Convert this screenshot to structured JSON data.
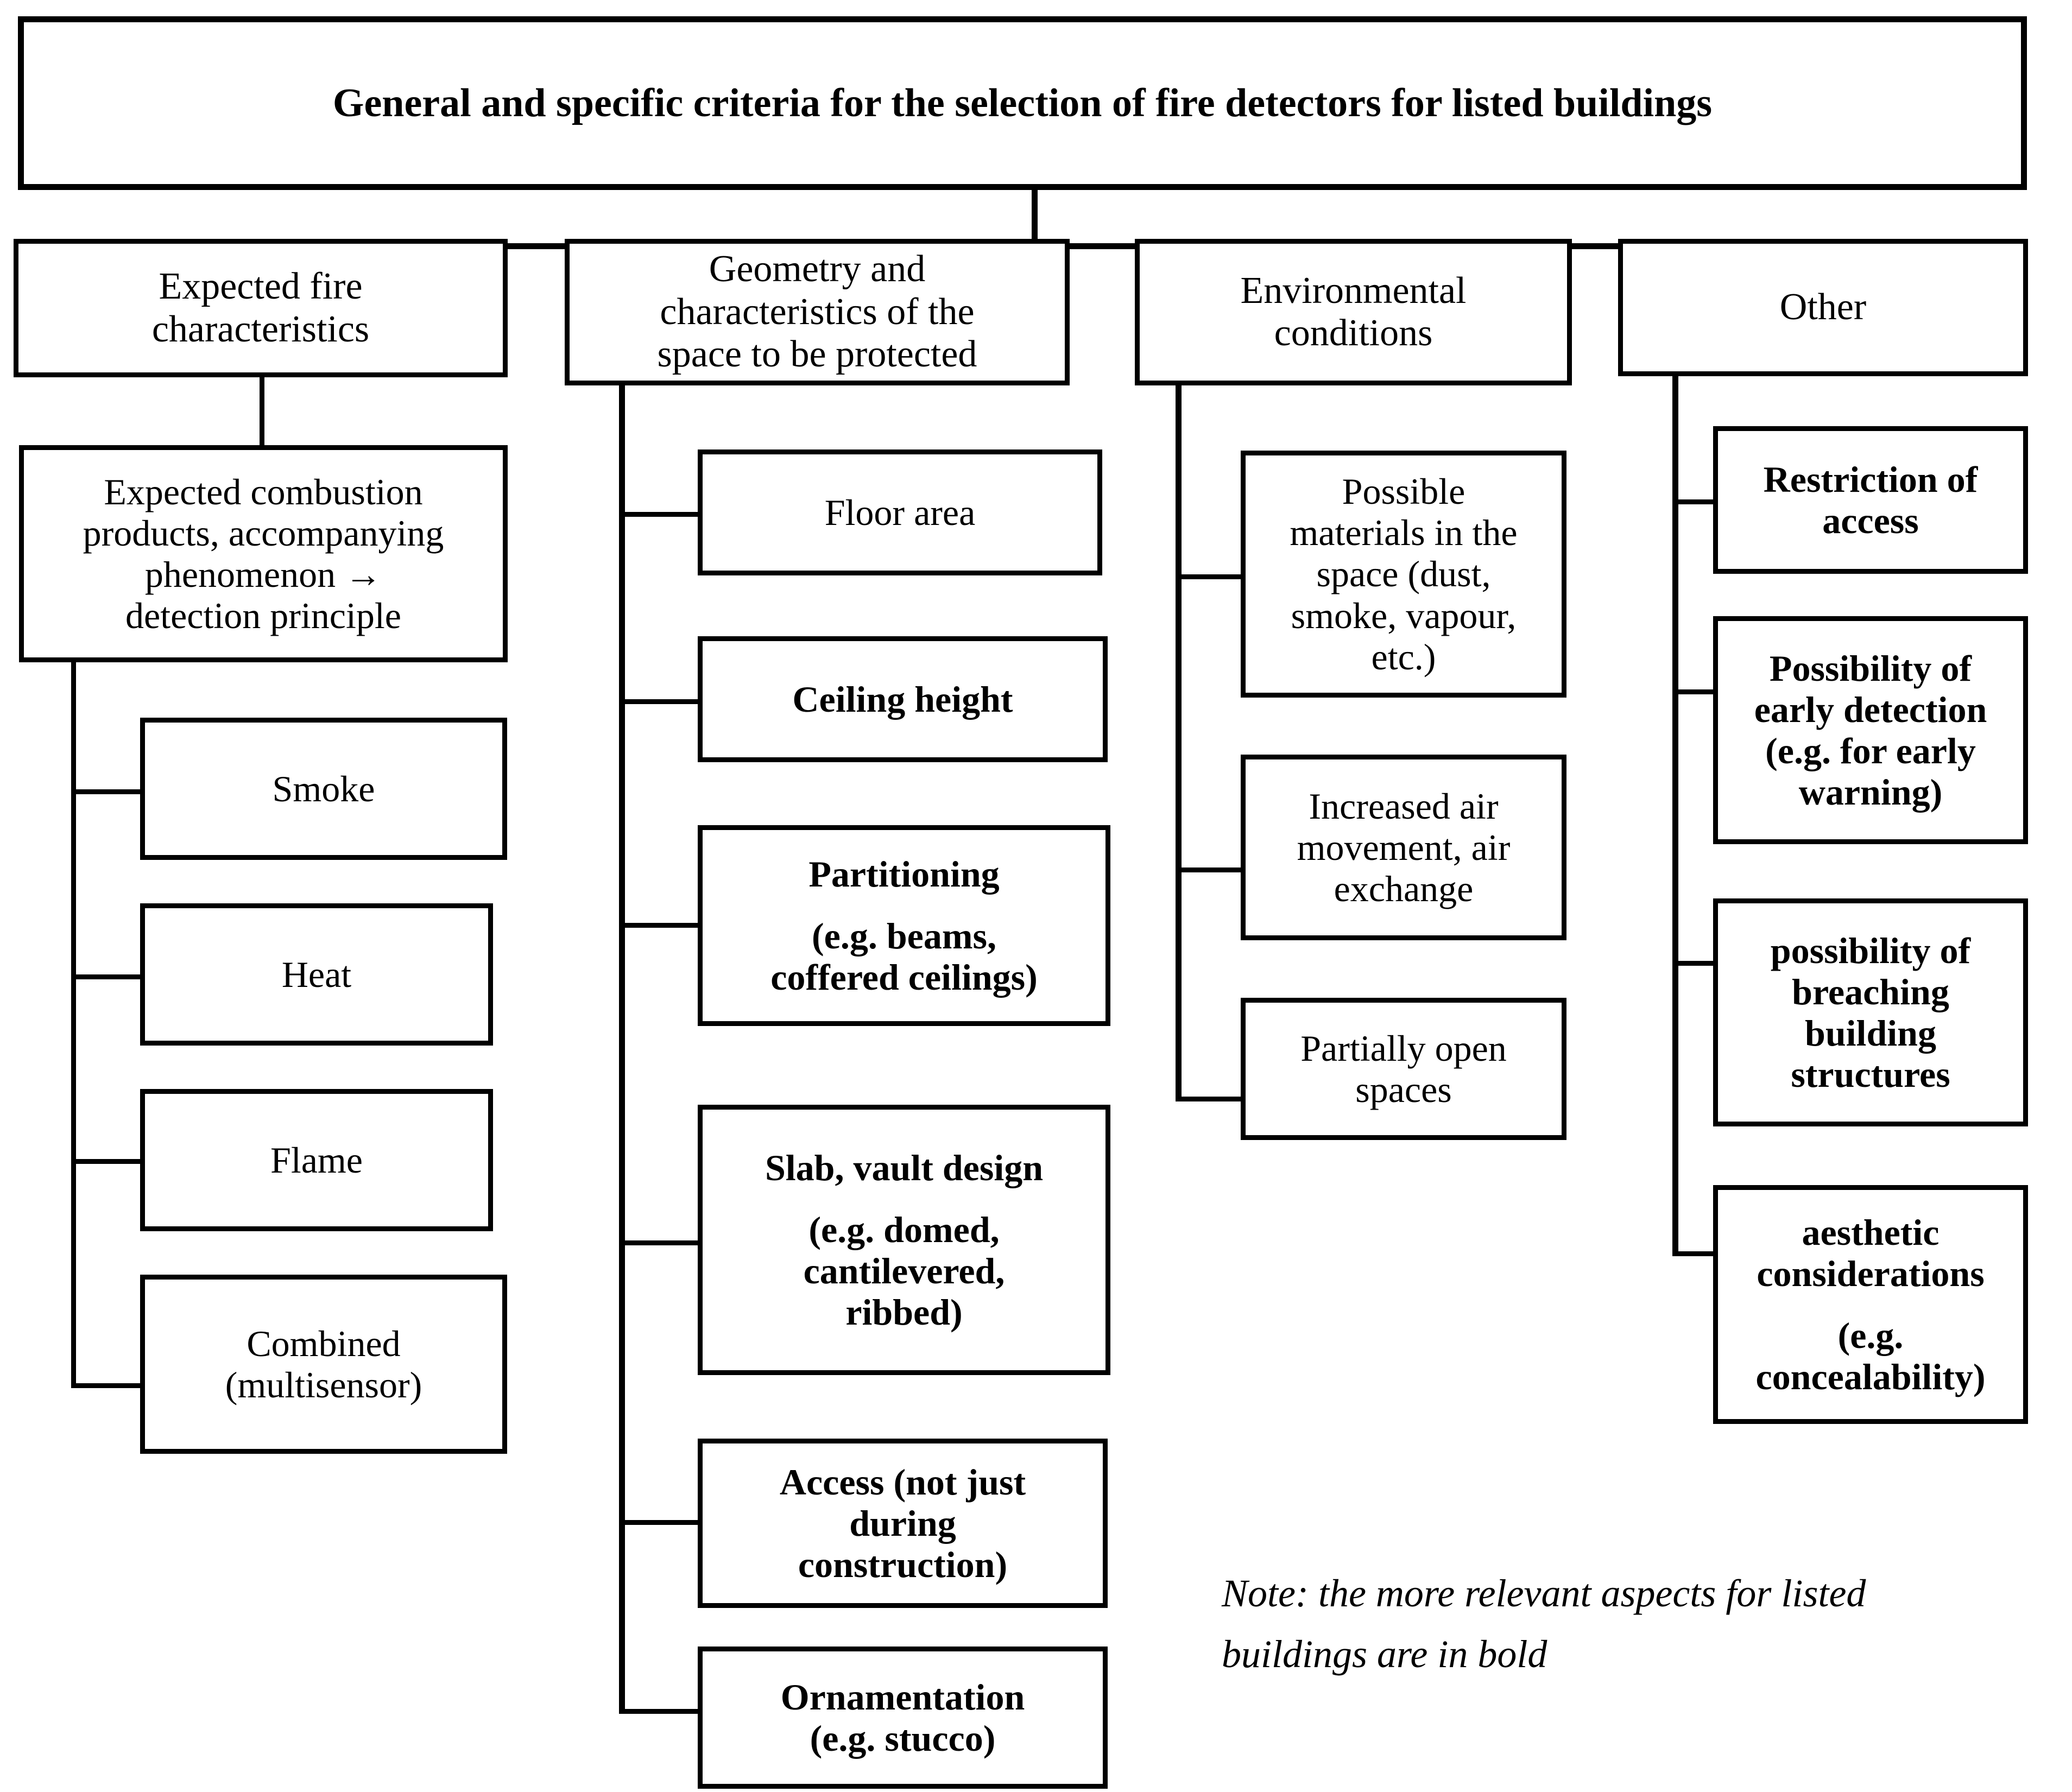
{
  "title": {
    "text": "General and specific criteria for the selection of fire detectors for listed buildings"
  },
  "categories": [
    {
      "id": "expected-fire-characteristics",
      "label_line1": "Expected fire",
      "label_line2": "characteristics",
      "bold": false
    },
    {
      "id": "geometry-and-characteristics",
      "label_line1": "Geometry and",
      "label_line2": "characteristics of the",
      "label_line3": "space to be protected",
      "bold": false
    },
    {
      "id": "environmental-conditions",
      "label_line1": "Environmental",
      "label_line2": "conditions",
      "bold": false
    },
    {
      "id": "other",
      "label_line1": "Other",
      "bold": false
    }
  ],
  "column1": {
    "intermediate": {
      "id": "expected-combustion-products",
      "line1": "Expected combustion",
      "line2": "products, accompanying",
      "line3": "phenomenon →",
      "line4": "detection principle",
      "bold": false
    },
    "leaves": [
      {
        "id": "smoke",
        "line1": "Smoke",
        "bold": false
      },
      {
        "id": "heat",
        "line1": "Heat",
        "bold": false
      },
      {
        "id": "flame",
        "line1": "Flame",
        "bold": false
      },
      {
        "id": "combined-multisensor",
        "line1": "Combined",
        "line2": "(multisensor)",
        "bold": false
      }
    ]
  },
  "column2": {
    "leaves": [
      {
        "id": "floor-area",
        "line1": "Floor area",
        "bold": false
      },
      {
        "id": "ceiling-height",
        "line1": "Ceiling height",
        "bold": true
      },
      {
        "id": "partitioning",
        "line1": "Partitioning",
        "line2": "(e.g. beams,",
        "line3": "coffered ceilings)",
        "bold": true
      },
      {
        "id": "slab-vault-design",
        "line1": "Slab, vault design",
        "line2": "(e.g. domed,",
        "line3": "cantilevered,",
        "line4": "ribbed)",
        "bold": true
      },
      {
        "id": "access",
        "line1": "Access (not just",
        "line2": "during",
        "line3": "construction)",
        "bold": true
      },
      {
        "id": "ornamentation",
        "line1": "Ornamentation",
        "line2": "(e.g. stucco)",
        "bold": true
      }
    ]
  },
  "column3": {
    "leaves": [
      {
        "id": "possible-materials",
        "line1": "Possible",
        "line2": "materials in the",
        "line3": "space (dust,",
        "line4": "smoke, vapour,",
        "line5": "etc.)",
        "bold": false
      },
      {
        "id": "increased-air-movement",
        "line1": "Increased air",
        "line2": "movement, air",
        "line3": "exchange",
        "bold": false
      },
      {
        "id": "partially-open-spaces",
        "line1": "Partially open",
        "line2": "spaces",
        "bold": false
      }
    ]
  },
  "column4": {
    "leaves": [
      {
        "id": "restriction-of-access",
        "line1": "Restriction of",
        "line2": "access",
        "bold": true
      },
      {
        "id": "possibility-early-detection",
        "line1": "Possibility of",
        "line2": "early detection",
        "line3": "(e.g. for early",
        "line4": "warning)",
        "bold": true
      },
      {
        "id": "possibility-breaching",
        "line1": "possibility of",
        "line2": "breaching",
        "line3": "building",
        "line4": "structures",
        "bold": true
      },
      {
        "id": "aesthetic-considerations",
        "line1": "aesthetic",
        "line2": "considerations",
        "line3": "(e.g.",
        "line4": "concealability)",
        "bold": true
      }
    ]
  },
  "note": {
    "line1": "Note: the more relevant aspects for listed",
    "line2": "buildings are in bold"
  },
  "colors": {
    "stroke": "#000000",
    "background": "#ffffff",
    "text": "#000000"
  }
}
